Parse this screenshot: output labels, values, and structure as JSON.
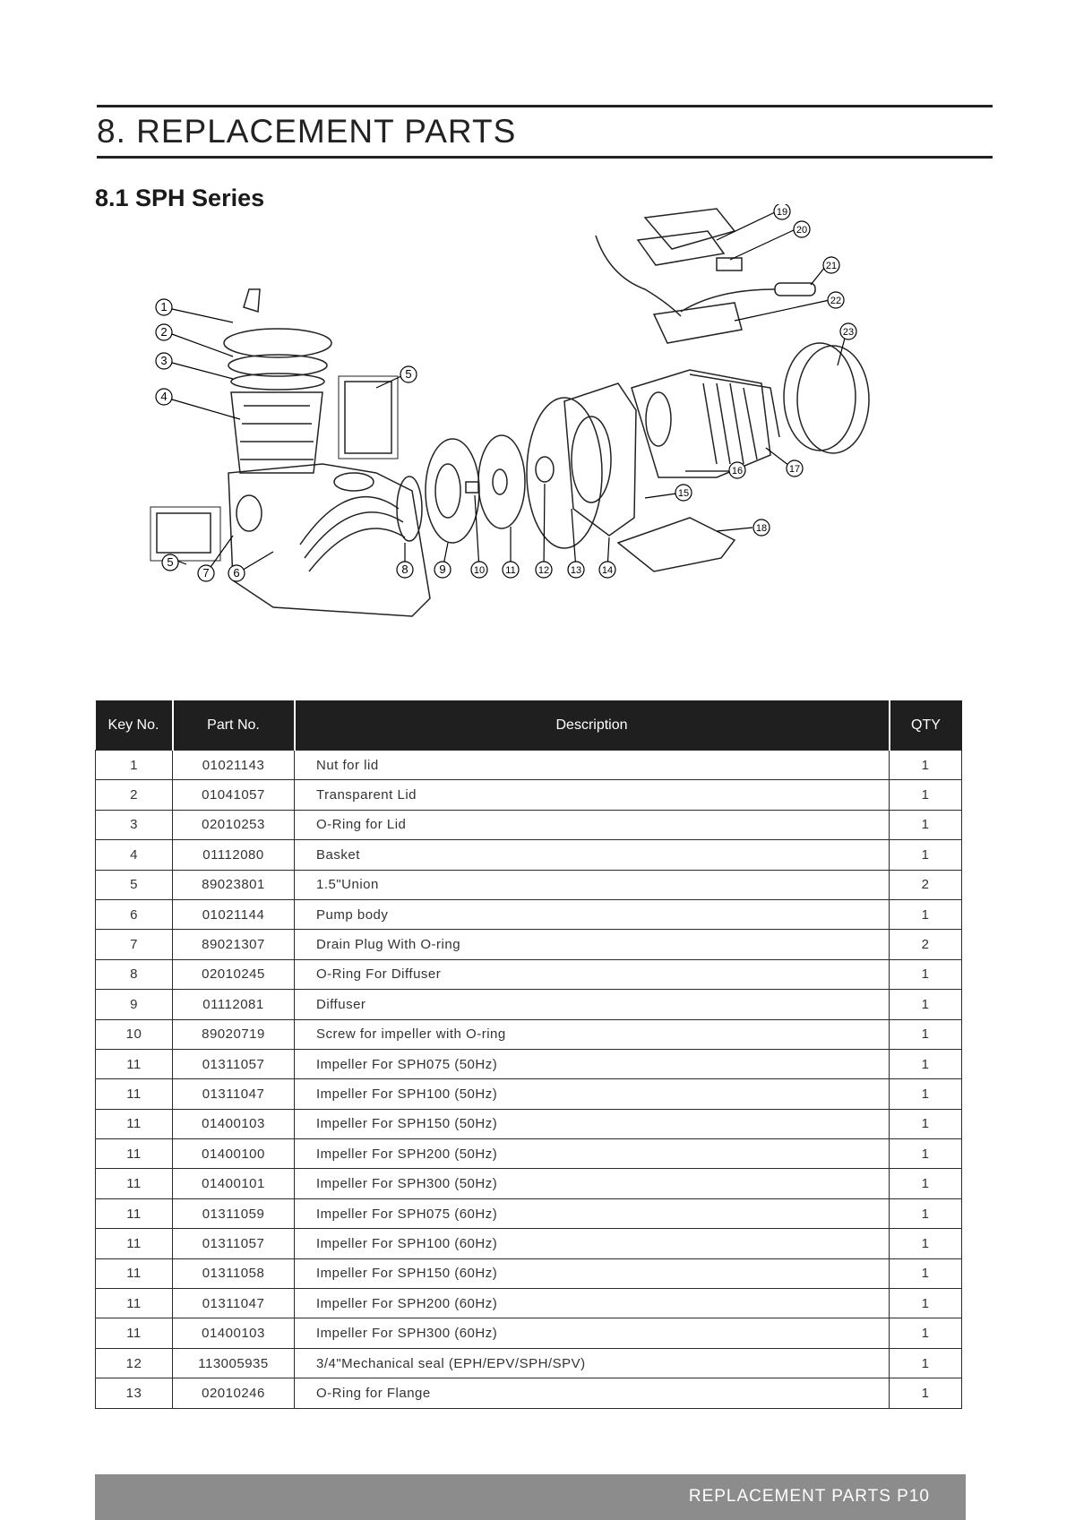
{
  "header": {
    "section_title": "8. REPLACEMENT PARTS",
    "subsection_title": "8.1 SPH Series"
  },
  "diagram": {
    "callouts": [
      "1",
      "2",
      "3",
      "4",
      "5",
      "5",
      "6",
      "7",
      "8",
      "9",
      "10",
      "11",
      "12",
      "13",
      "14",
      "15",
      "16",
      "17",
      "18",
      "19",
      "20",
      "21",
      "22",
      "23"
    ]
  },
  "table": {
    "headers": [
      "Key No.",
      "Part No.",
      "Description",
      "QTY"
    ],
    "rows": [
      {
        "key": "1",
        "part": "01021143",
        "desc": "Nut for lid",
        "qty": "1"
      },
      {
        "key": "2",
        "part": "01041057",
        "desc": "Transparent Lid",
        "qty": "1"
      },
      {
        "key": "3",
        "part": "02010253",
        "desc": "O-Ring for Lid",
        "qty": "1"
      },
      {
        "key": "4",
        "part": "01112080",
        "desc": "Basket",
        "qty": "1"
      },
      {
        "key": "5",
        "part": "89023801",
        "desc": "1.5\"Union",
        "qty": "2"
      },
      {
        "key": "6",
        "part": "01021144",
        "desc": "Pump body",
        "qty": "1"
      },
      {
        "key": "7",
        "part": "89021307",
        "desc": "Drain Plug With O-ring",
        "qty": "2"
      },
      {
        "key": "8",
        "part": "02010245",
        "desc": "O-Ring For Diffuser",
        "qty": "1"
      },
      {
        "key": "9",
        "part": "01112081",
        "desc": "Diffuser",
        "qty": "1"
      },
      {
        "key": "10",
        "part": "89020719",
        "desc": "Screw for impeller with O-ring",
        "qty": "1"
      },
      {
        "key": "11",
        "part": "01311057",
        "desc": "Impeller For SPH075 (50Hz)",
        "qty": "1"
      },
      {
        "key": "11",
        "part": "01311047",
        "desc": "Impeller For SPH100 (50Hz)",
        "qty": "1"
      },
      {
        "key": "11",
        "part": "01400103",
        "desc": "Impeller For SPH150 (50Hz)",
        "qty": "1"
      },
      {
        "key": "11",
        "part": "01400100",
        "desc": "Impeller For SPH200 (50Hz)",
        "qty": "1"
      },
      {
        "key": "11",
        "part": "01400101",
        "desc": "Impeller For SPH300 (50Hz)",
        "qty": "1"
      },
      {
        "key": "11",
        "part": "01311059",
        "desc": "Impeller For SPH075 (60Hz)",
        "qty": "1"
      },
      {
        "key": "11",
        "part": "01311057",
        "desc": "Impeller For SPH100 (60Hz)",
        "qty": "1"
      },
      {
        "key": "11",
        "part": "01311058",
        "desc": "Impeller For SPH150 (60Hz)",
        "qty": "1"
      },
      {
        "key": "11",
        "part": "01311047",
        "desc": "Impeller For SPH200 (60Hz)",
        "qty": "1"
      },
      {
        "key": "11",
        "part": "01400103",
        "desc": "Impeller For SPH300 (60Hz)",
        "qty": "1"
      },
      {
        "key": "12",
        "part": "113005935",
        "desc": "3/4\"Mechanical seal (EPH/EPV/SPH/SPV)",
        "qty": "1"
      },
      {
        "key": "13",
        "part": "02010246",
        "desc": "O-Ring for Flange",
        "qty": "1"
      }
    ]
  },
  "footer": {
    "label": "REPLACEMENT PARTS   P10"
  }
}
